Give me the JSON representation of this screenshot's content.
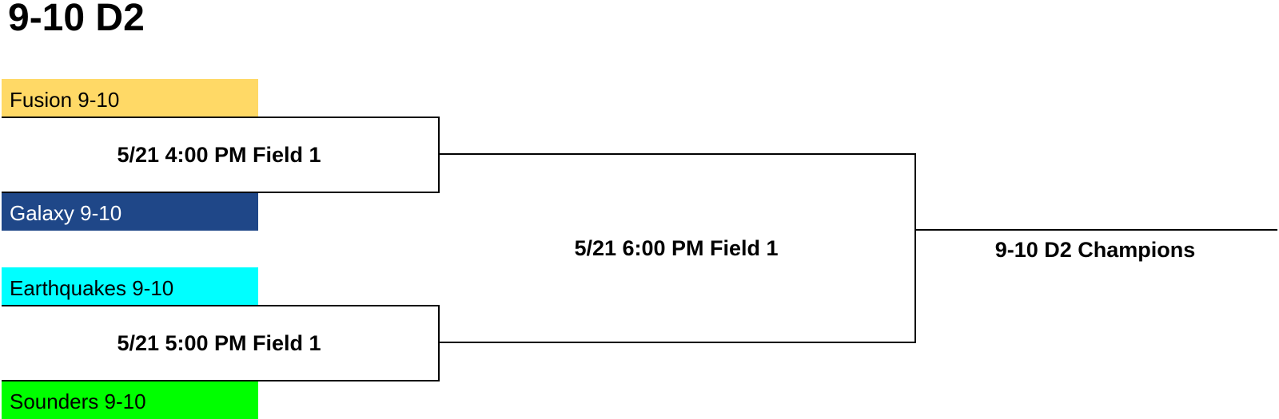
{
  "title": "9-10 D2",
  "teams": [
    {
      "name": "Fusion 9-10",
      "bg": "#ffd966",
      "fg": "#000000"
    },
    {
      "name": "Galaxy 9-10",
      "bg": "#1f4788",
      "fg": "#ffffff"
    },
    {
      "name": "Earthquakes 9-10",
      "bg": "#00ffff",
      "fg": "#000000"
    },
    {
      "name": "Sounders 9-10",
      "bg": "#00ff00",
      "fg": "#000000"
    }
  ],
  "games": [
    {
      "label": "5/21 4:00 PM Field 1"
    },
    {
      "label": "5/21 5:00 PM Field 1"
    },
    {
      "label": "5/21 6:00 PM Field 1"
    }
  ],
  "champion_label": "9-10 D2 Champions",
  "colors": {
    "line": "#000000",
    "background": "#ffffff"
  }
}
